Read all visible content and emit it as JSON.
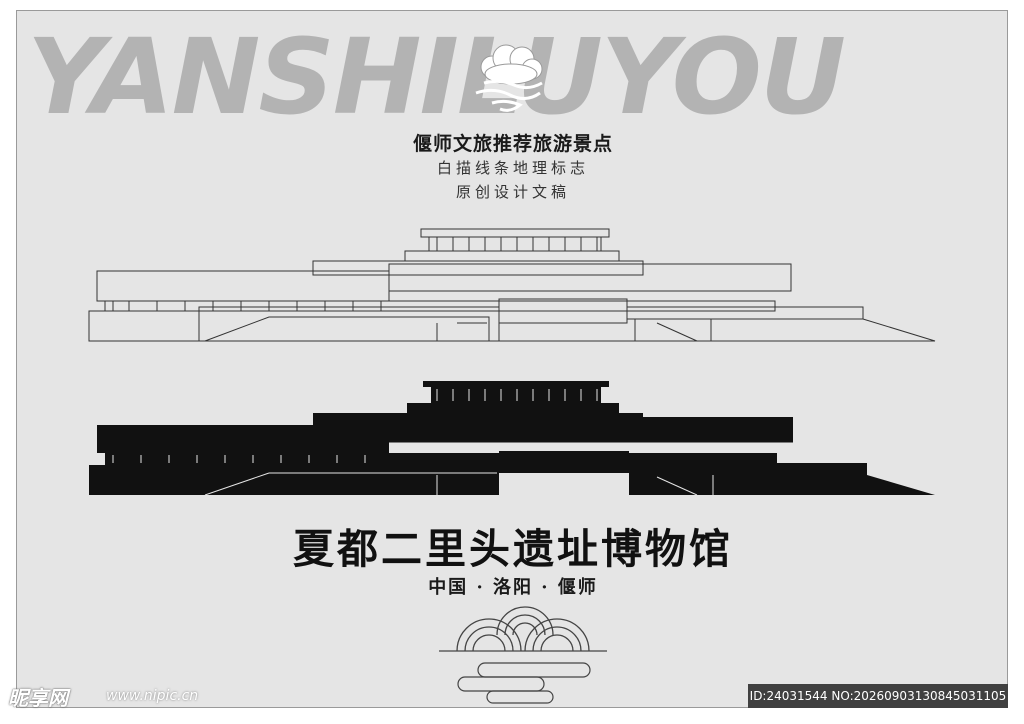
{
  "brand": {
    "text": "YANSHILUYOU",
    "color": "#b3b3b3",
    "logo_icon": "auspicious-cloud-icon"
  },
  "header": {
    "line1": "偃师文旅推荐旅游景点",
    "line2": "白描线条地理标志",
    "line3": "原创设计文稿"
  },
  "illustration": {
    "outline_style": "line-drawing",
    "silhouette_style": "solid-black"
  },
  "title": {
    "main": "夏都二里头遗址博物馆",
    "location": "中国 · 洛阳 · 偃师"
  },
  "ornament": {
    "icon": "wave-cloud-icon"
  },
  "watermark": {
    "logo": "昵享网",
    "url": "www.nipic.cn",
    "id_text": "ID:24031544 NO:20260903130845031105"
  },
  "colors": {
    "background": "#e5e5e5",
    "ink": "#111111"
  }
}
